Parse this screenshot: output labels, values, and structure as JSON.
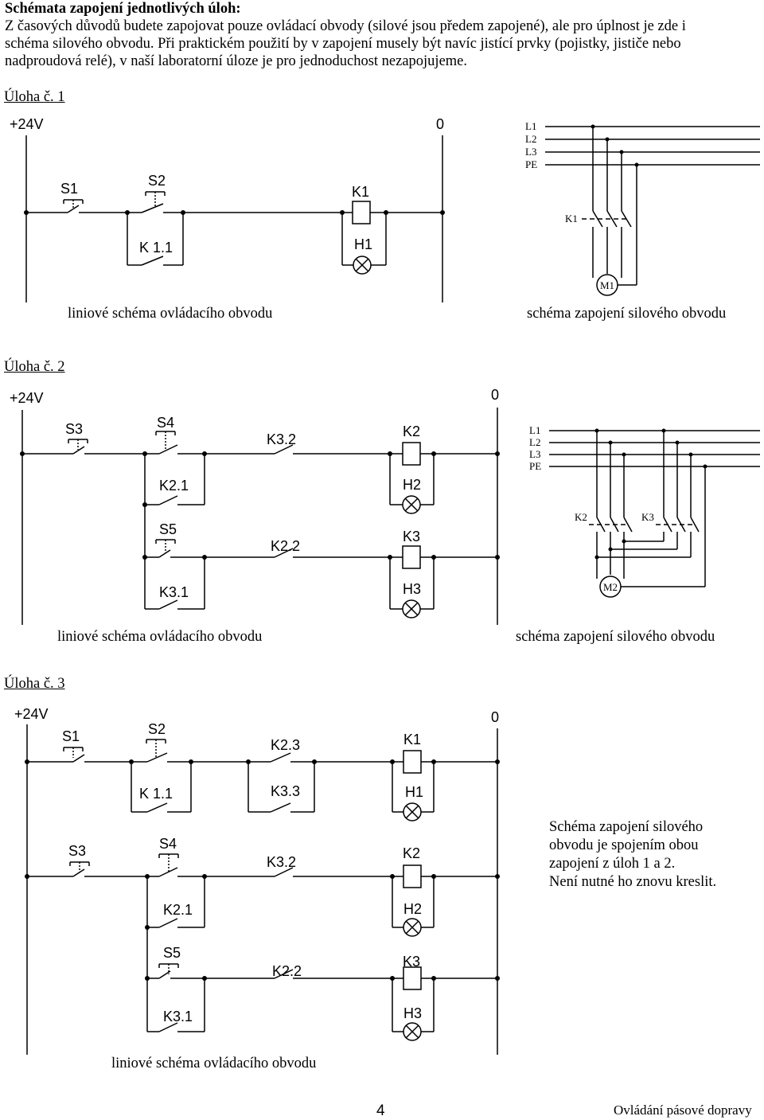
{
  "intro": {
    "heading": "Schémata zapojení jednotlivých úloh:",
    "lines": [
      "Z časových důvodů budete zapojovat pouze ovládací obvody (silové jsou předem zapojené), ale pro úplnost je zde i",
      "schéma silového obvodu. Při praktickém použití by v zapojení musely být navíc jistící prvky (pojistky, jističe nebo",
      "nadproudová relé), v naší laboratorní úloze je pro jednoduchost nezapojujeme."
    ]
  },
  "task1": {
    "title": "Úloha č. 1",
    "supply_plus": "+24V",
    "supply_zero": "0",
    "labels": {
      "s1": "S1",
      "s2": "S2",
      "k1": "K1",
      "k11": "K 1.1",
      "h1": "H1"
    },
    "power": {
      "l1": "L1",
      "l2": "L2",
      "l3": "L3",
      "pe": "PE",
      "k1": "K1",
      "m1": "M1"
    },
    "caption_left": "liniové schéma ovládacího obvodu",
    "caption_right": "schéma zapojení silového obvodu"
  },
  "task2": {
    "title": "Úloha č. 2",
    "supply_plus": "+24V",
    "supply_zero": "0",
    "labels": {
      "s3": "S3",
      "s4": "S4",
      "k32": "K3.2",
      "k2": "K2",
      "k21": "K2.1",
      "h2": "H2",
      "s5": "S5",
      "k22": "K2.2",
      "k3": "K3",
      "k31": "K3.1",
      "h3": "H3"
    },
    "power": {
      "l1": "L1",
      "l2": "L2",
      "l3": "L3",
      "pe": "PE",
      "k2": "K2",
      "k3": "K3",
      "m2": "M2"
    },
    "caption_left": "liniové schéma ovládacího obvodu",
    "caption_right": "schéma zapojení silového obvodu"
  },
  "task3": {
    "title": "Úloha č. 3",
    "supply_plus": "+24V",
    "supply_zero": "0",
    "labels": {
      "s1": "S1",
      "s2": "S2",
      "k23": "K2.3",
      "k1": "K1",
      "k11": "K 1.1",
      "k33": "K3.3",
      "h1": "H1",
      "s3": "S3",
      "s4": "S4",
      "k32": "K3.2",
      "k2": "K2",
      "k21": "K2.1",
      "h2": "H2",
      "s5": "S5",
      "k22": "K2.2",
      "k3": "K3",
      "k31": "K3.1",
      "h3": "H3"
    },
    "note_lines": [
      "Schéma zapojení silového",
      "obvodu je spojením obou",
      "zapojení z úloh 1 a 2.",
      "Není nutné ho znovu kreslit."
    ],
    "caption_left": "liniové schéma ovládacího obvodu"
  },
  "footer": {
    "page_number": "4",
    "title": "Ovládání pásové dopravy"
  }
}
